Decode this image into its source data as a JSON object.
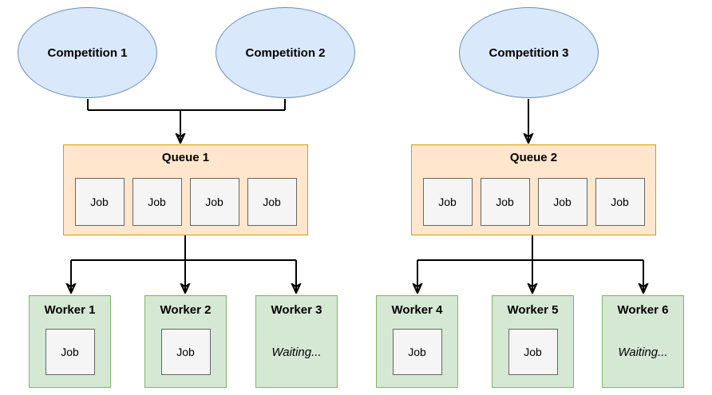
{
  "colors": {
    "competition_fill": "#dae8fc",
    "competition_stroke": "#6c8ebf",
    "queue_fill": "#ffe6cc",
    "queue_stroke": "#d79b00",
    "worker_fill": "#d5e8d4",
    "worker_stroke": "#82b366",
    "job_fill": "#f5f5f5",
    "job_stroke": "#666666",
    "connector": "#000000",
    "text": "#000000",
    "background": "#ffffff"
  },
  "competitions": [
    {
      "label": "Competition 1"
    },
    {
      "label": "Competition 2"
    },
    {
      "label": "Competition 3"
    }
  ],
  "queues": [
    {
      "label": "Queue 1",
      "jobs": [
        "Job",
        "Job",
        "Job",
        "Job"
      ]
    },
    {
      "label": "Queue 2",
      "jobs": [
        "Job",
        "Job",
        "Job",
        "Job"
      ]
    }
  ],
  "workers": [
    {
      "label": "Worker 1",
      "job": "Job"
    },
    {
      "label": "Worker 2",
      "job": "Job"
    },
    {
      "label": "Worker 3",
      "status": "Waiting..."
    },
    {
      "label": "Worker 4",
      "job": "Job"
    },
    {
      "label": "Worker 5",
      "job": "Job"
    },
    {
      "label": "Worker 6",
      "status": "Waiting..."
    }
  ]
}
